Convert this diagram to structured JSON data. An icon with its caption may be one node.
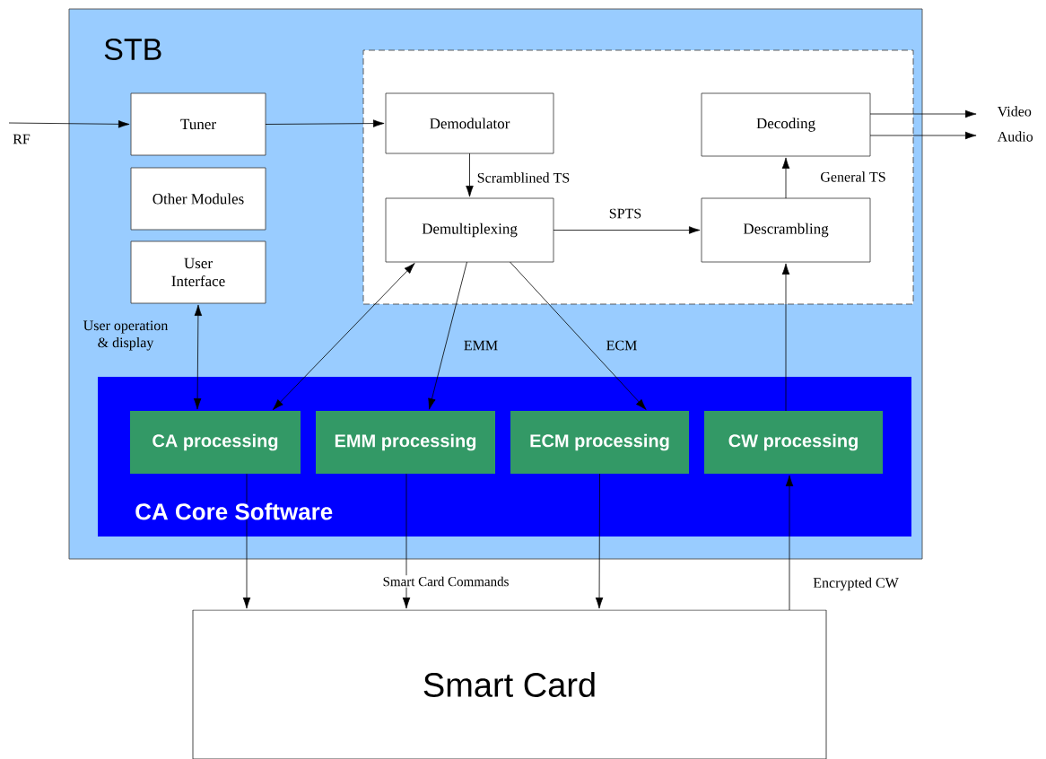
{
  "diagram": {
    "nodes": [
      {
        "text": [
          "STB"
        ]
      },
      {
        "text": [
          "Tuner"
        ],
        "in": 0
      },
      {
        "text": [
          "Other Modules"
        ],
        "in": 0
      },
      {
        "text": [
          "User Interface"
        ],
        "in": 0
      },
      {
        "text": [],
        "shape": "box",
        "in": 0
      },
      {
        "text": [
          "Demodulator"
        ],
        "in": 4
      },
      {
        "text": [
          "Decoding"
        ],
        "in": 4
      },
      {
        "text": [
          "Demultiplexing"
        ],
        "in": 4
      },
      {
        "text": [
          "Descrambling"
        ],
        "in": 4
      },
      {
        "text": [
          "CA Core Software"
        ],
        "in": 0
      },
      {
        "text": [
          "CA processing"
        ],
        "in": 9
      },
      {
        "text": [
          "EMM processing"
        ],
        "in": 9
      },
      {
        "text": [
          "ECM processing"
        ],
        "in": 9
      },
      {
        "text": [
          "CW processing"
        ],
        "in": 9
      },
      {
        "text": [
          "Smart Card"
        ]
      }
    ],
    "edges": [
      {
        "from": null,
        "to": 1,
        "arrow": "to",
        "label": "RF"
      },
      {
        "from": 1,
        "to": 5,
        "arrow": "to"
      },
      {
        "from": 5,
        "to": 7,
        "arrow": "to",
        "label": "Scramblined TS"
      },
      {
        "from": 7,
        "to": 8,
        "arrow": "to",
        "label": "SPTS"
      },
      {
        "from": 8,
        "to": 6,
        "arrow": "to",
        "label": "General TS"
      },
      {
        "from": 6,
        "to": null,
        "arrow": "to",
        "label": "Video"
      },
      {
        "from": 6,
        "to": null,
        "arrow": "to",
        "label": "Audio"
      },
      {
        "from": 3,
        "to": 10,
        "arrow": "both",
        "label": "User operation & display"
      },
      {
        "from": 7,
        "to": 10,
        "arrow": "both"
      },
      {
        "from": 7,
        "to": 11,
        "arrow": "to",
        "label": "EMM"
      },
      {
        "from": 7,
        "to": 12,
        "arrow": "to",
        "label": "ECM"
      },
      {
        "from": 13,
        "to": 8,
        "arrow": "to"
      },
      {
        "from": 10,
        "to": 14,
        "arrow": "to"
      },
      {
        "from": 11,
        "to": 14,
        "arrow": "to"
      },
      {
        "from": 12,
        "to": 14,
        "arrow": "to"
      },
      {
        "from": 14,
        "to": 13,
        "arrow": "to",
        "label": "Encrypted CW"
      }
    ],
    "labels": [
      "Smart Card Commands"
    ]
  }
}
